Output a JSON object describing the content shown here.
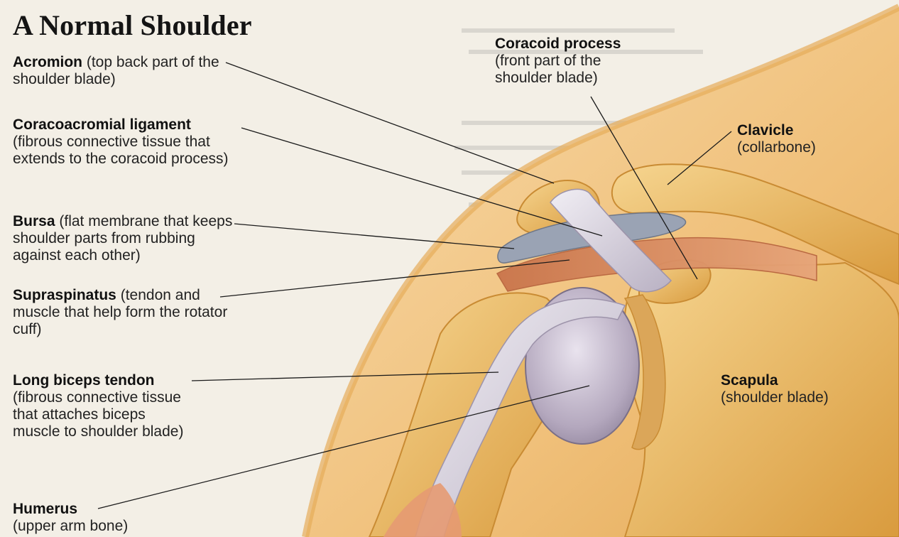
{
  "title": "A Normal Shoulder",
  "labels": {
    "acromion": {
      "name": "Acromion",
      "desc": "(top back part of the shoulder blade)"
    },
    "coracoacromial": {
      "name": "Coracoacromial ligament",
      "desc": "(fibrous connective tissue that extends to the coracoid process)"
    },
    "bursa": {
      "name": "Bursa",
      "desc": "(flat membrane that keeps shoulder parts from rubbing against each other)"
    },
    "supraspinatus": {
      "name": "Supraspinatus",
      "desc": "(tendon and muscle that help form the rotator cuff)"
    },
    "biceps": {
      "name": "Long biceps tendon",
      "desc": "(fibrous connective tissue that attaches biceps muscle to shoulder blade)"
    },
    "humerus": {
      "name": "Humerus",
      "desc": "(upper arm bone)"
    },
    "coracoid": {
      "name": "Coracoid process",
      "desc": "(front part of the shoulder blade)"
    },
    "clavicle": {
      "name": "Clavicle",
      "desc": "(collarbone)"
    },
    "scapula": {
      "name": "Scapula",
      "desc": "(shoulder blade)"
    }
  },
  "colors": {
    "bone": "#e9b95c",
    "skin": "#f2c584",
    "ligament": "#d7cfe0",
    "bursa": "#9aa3b4",
    "muscle": "#d98a5a"
  }
}
